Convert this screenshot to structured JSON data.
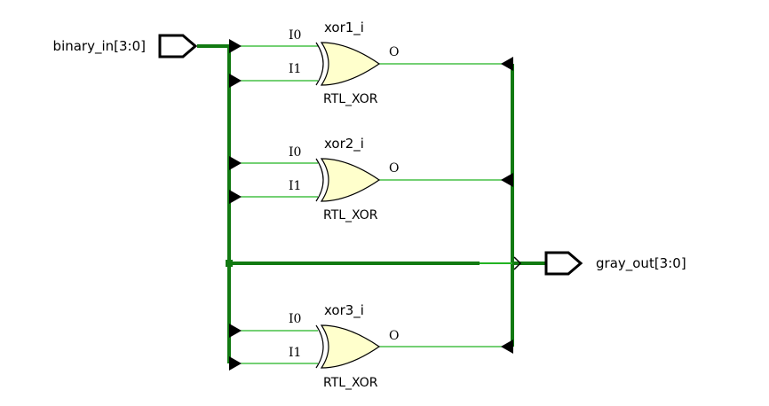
{
  "ports": {
    "input": {
      "name": "binary_in[3:0]"
    },
    "output": {
      "name": "gray_out[3:0]"
    }
  },
  "gates": [
    {
      "instance": "xor1_i",
      "type": "RTL_XOR",
      "pin_in0": "I0",
      "pin_in1": "I1",
      "pin_out": "O"
    },
    {
      "instance": "xor2_i",
      "type": "RTL_XOR",
      "pin_in0": "I0",
      "pin_in1": "I1",
      "pin_out": "O"
    },
    {
      "instance": "xor3_i",
      "type": "RTL_XOR",
      "pin_in0": "I0",
      "pin_in1": "I1",
      "pin_out": "O"
    }
  ],
  "colors": {
    "bus_wire": "#127a12",
    "net_wire": "#22b322",
    "gate_fill": "#ffffcc",
    "gate_stroke": "#000000",
    "port_fill": "#ffffff",
    "port_stroke": "#000000",
    "pin_marker": "#000000"
  }
}
